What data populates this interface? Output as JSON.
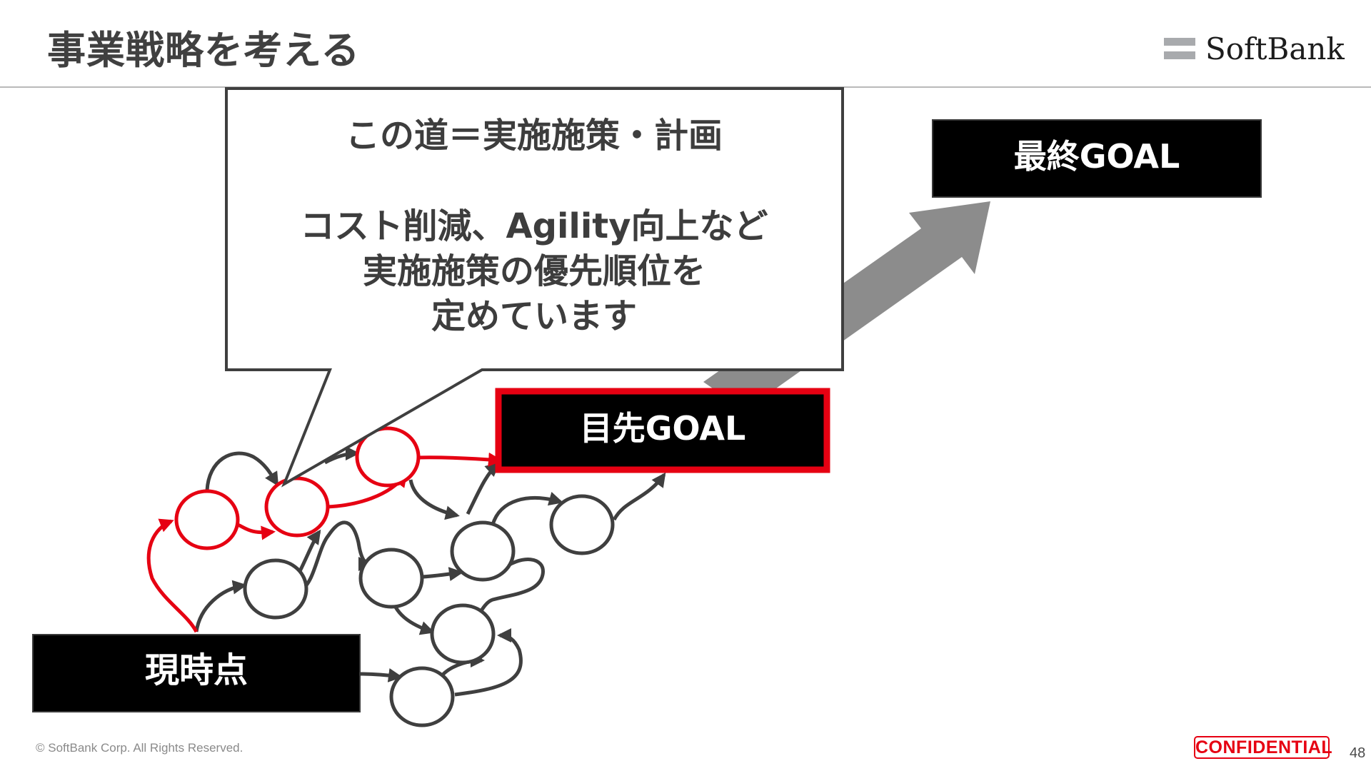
{
  "slide": {
    "title": "事業戦略を考える",
    "logo_text": "SoftBank",
    "footer_copyright": "© SoftBank Corp. All Rights Reserved.",
    "confidential_label": "CONFIDENTIAL",
    "page_number": "48"
  },
  "diagram": {
    "final_goal_label": "最終GOAL",
    "near_goal_label": "目先GOAL",
    "current_label": "現時点",
    "callout": {
      "heading": "この道＝実施施策・計画",
      "lines": [
        "コスト削減、Agility向上など",
        "実施施策の優先順位を",
        "定めています"
      ]
    }
  },
  "colors": {
    "accent_red": "#e60012",
    "box_black": "#000000",
    "path_gray": "#3f3f3f",
    "arrow_gray": "#8c8c8c"
  }
}
